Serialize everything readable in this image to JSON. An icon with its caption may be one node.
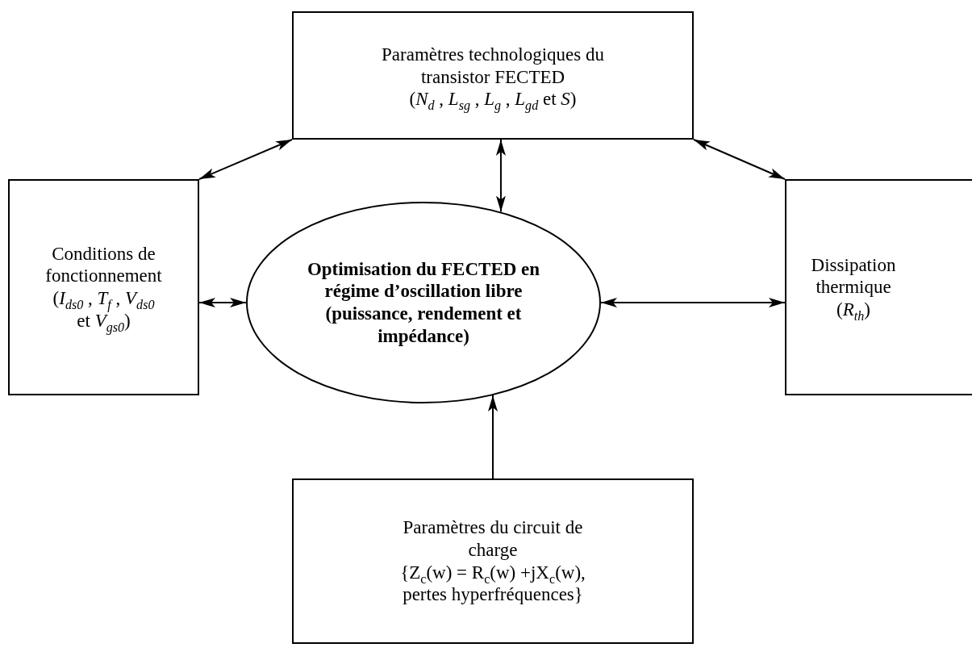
{
  "diagram": {
    "nodes": [
      {
        "text": [
          "Paramètres technologiques du transistor FECTED",
          "(*N*$_{d}$ , *L*$_{sg}$ , *L*$_{g}$ , *L*$_{gd}$ et *S*)"
        ]
      },
      {
        "text": [
          "Conditions de fonctionnement",
          "(*I*$_{ds0}$ , *T*$_{f}$ , *V*$_{ds0}$ et *V*$_{gs0}$)"
        ]
      },
      {
        "text": [
          "Optimisation du FECTED en régime d’oscillation libre (puissance, rendement et impédance)"
        ]
      },
      {
        "text": [
          "Dissipation thermique",
          "(*R*$_{th}$)"
        ]
      },
      {
        "text": [
          "Paramètres du circuit de charge",
          "{Z$_{c}$(w) = R$_{c}$(w) +jX$_{c}$(w), pertes hyperfréquences}"
        ]
      }
    ],
    "edges": [
      {
        "from": 0,
        "to": 1,
        "arrow": "both"
      },
      {
        "from": 0,
        "to": 2,
        "arrow": "both"
      },
      {
        "from": 0,
        "to": 3,
        "arrow": "both"
      },
      {
        "from": 1,
        "to": 2,
        "arrow": "both"
      },
      {
        "from": 3,
        "to": 2,
        "arrow": "both"
      },
      {
        "from": 4,
        "to": 2,
        "arrow": "to"
      }
    ]
  }
}
